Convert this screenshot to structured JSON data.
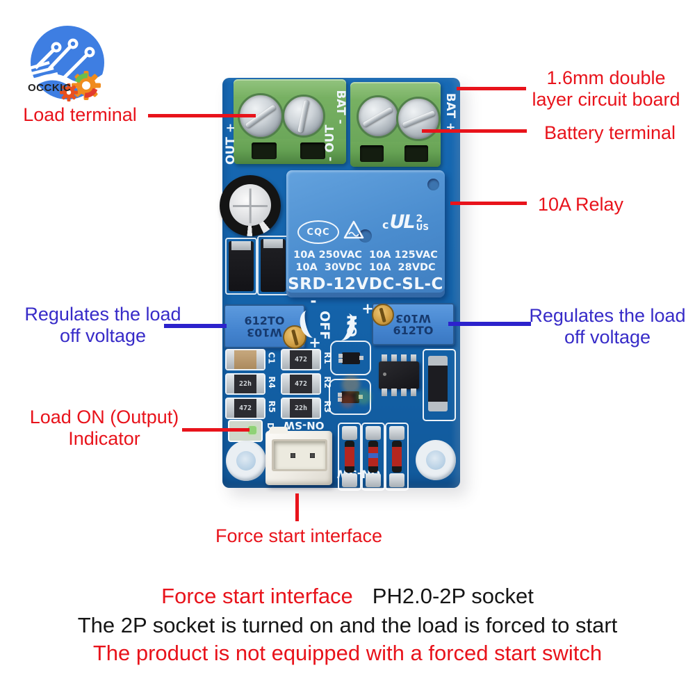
{
  "logo": {
    "brand": "OCCKIC"
  },
  "callouts": {
    "load_terminal": {
      "label": "Load terminal"
    },
    "pcb_spec": {
      "line1": "1.6mm double",
      "line2": "layer circuit board"
    },
    "battery_terminal": {
      "label": "Battery terminal"
    },
    "relay10a": {
      "label": "10A Relay"
    },
    "regulate_left": {
      "line1": "Regulates the load",
      "line2": "off voltage"
    },
    "regulate_right": {
      "line1": "Regulates the load",
      "line2": "off voltage"
    },
    "load_on": {
      "line1": "Load ON (Output)",
      "line2": "Indicator"
    },
    "force_start": {
      "label": "Force start interface"
    }
  },
  "board": {
    "silkscreen": {
      "out_plus": "OUT +",
      "out_mid": "- OUT",
      "bat_mid": "BAT -",
      "bat_plus": "BAT +",
      "off_minus": "-",
      "off": "OFF",
      "off_plus": "+",
      "on": "ON",
      "on_plus": "+",
      "on_sw_top": "ON-SW",
      "on_sw_bottom": "ON-SW"
    },
    "relay": {
      "cqc": "CQC",
      "ul_c": "c",
      "ul": "UL",
      "ul_num": "2",
      "ul_us": "US",
      "ratings1": "10A 250VAC  10A 125VAC",
      "ratings2": "10A  30VDC  10A  28VDC",
      "model": "SRD-12VDC-SL-C"
    },
    "pot_left": {
      "top": "612TO",
      "bottom": "W103"
    },
    "pot_right": {
      "top": "W103",
      "bottom": "612TO"
    },
    "resistors": {
      "c1": {
        "ref": "C1",
        "value": ""
      },
      "r1": {
        "ref": "R1",
        "value": "472"
      },
      "r4": {
        "ref": "R4",
        "value": "22h"
      },
      "r2": {
        "ref": "R2",
        "value": "472"
      },
      "r5": {
        "ref": "R5",
        "value": "472"
      },
      "r3": {
        "ref": "R3",
        "value": "22h"
      },
      "d4": {
        "ref": "D4"
      }
    }
  },
  "footer": {
    "line1_red": "Force start interface",
    "line1_black": "PH2.0-2P socket",
    "line2": "The 2P socket is turned on and the load is forced to start",
    "line3": "The product is not equipped with a forced start switch"
  },
  "colors": {
    "label_red": "#e8131b",
    "label_blue": "#372bc8",
    "pcb_blue": "#1565ae",
    "relay_blue": "#4e92d6",
    "terminal_green": "#74ad60"
  }
}
